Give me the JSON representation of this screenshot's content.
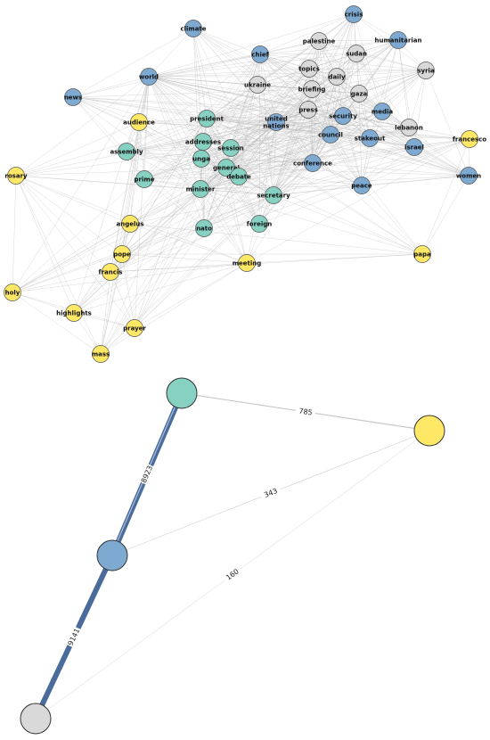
{
  "colors": {
    "blue": "#7ea9d1",
    "teal": "#86d1c1",
    "yellow": "#ffe866",
    "gray": "#d9d9d9",
    "node_stroke": "#555555",
    "edge": "#b8b8b8",
    "strong_edge": "#4a6b9c"
  },
  "network": {
    "nodes": [
      {
        "id": "crisis",
        "label": "crisis",
        "group": "blue"
      },
      {
        "id": "climate",
        "label": "climate",
        "group": "blue"
      },
      {
        "id": "palestine",
        "label": "palestine",
        "group": "gray"
      },
      {
        "id": "humanitarian",
        "label": "humanitarian",
        "group": "blue"
      },
      {
        "id": "chief",
        "label": "chief",
        "group": "blue"
      },
      {
        "id": "sudan",
        "label": "sudan",
        "group": "gray"
      },
      {
        "id": "topics",
        "label": "topics",
        "group": "gray"
      },
      {
        "id": "daily",
        "label": "daily",
        "group": "gray"
      },
      {
        "id": "syria",
        "label": "syria",
        "group": "gray"
      },
      {
        "id": "world",
        "label": "world",
        "group": "blue"
      },
      {
        "id": "ukraine",
        "label": "ukraine",
        "group": "gray"
      },
      {
        "id": "briefing",
        "label": "briefing",
        "group": "gray"
      },
      {
        "id": "gaza",
        "label": "gaza",
        "group": "gray"
      },
      {
        "id": "news",
        "label": "news",
        "group": "blue"
      },
      {
        "id": "press",
        "label": "press",
        "group": "gray"
      },
      {
        "id": "media",
        "label": "media",
        "group": "blue"
      },
      {
        "id": "audience",
        "label": "audience",
        "group": "yellow"
      },
      {
        "id": "president",
        "label": "president",
        "group": "teal"
      },
      {
        "id": "united_nations",
        "label": "united nations",
        "group": "blue"
      },
      {
        "id": "security",
        "label": "security",
        "group": "blue"
      },
      {
        "id": "lebanon",
        "label": "lebanon",
        "group": "gray"
      },
      {
        "id": "council",
        "label": "council",
        "group": "blue"
      },
      {
        "id": "stakeout",
        "label": "stakeout",
        "group": "blue"
      },
      {
        "id": "francesco",
        "label": "francesco",
        "group": "yellow"
      },
      {
        "id": "addresses",
        "label": "addresses",
        "group": "teal"
      },
      {
        "id": "assembly",
        "label": "assembly",
        "group": "teal"
      },
      {
        "id": "session",
        "label": "session",
        "group": "teal"
      },
      {
        "id": "unga",
        "label": "unga",
        "group": "teal"
      },
      {
        "id": "israel",
        "label": "israel",
        "group": "blue"
      },
      {
        "id": "general",
        "label": "general",
        "group": "teal"
      },
      {
        "id": "conference",
        "label": "conference",
        "group": "blue"
      },
      {
        "id": "rosary",
        "label": "rosary",
        "group": "yellow"
      },
      {
        "id": "prime",
        "label": "prime",
        "group": "teal"
      },
      {
        "id": "debate",
        "label": "debate",
        "group": "teal"
      },
      {
        "id": "women",
        "label": "women",
        "group": "blue"
      },
      {
        "id": "peace",
        "label": "peace",
        "group": "blue"
      },
      {
        "id": "minister",
        "label": "minister",
        "group": "teal"
      },
      {
        "id": "secretary",
        "label": "secretary",
        "group": "teal"
      },
      {
        "id": "angelus",
        "label": "angelus",
        "group": "yellow"
      },
      {
        "id": "foreign",
        "label": "foreign",
        "group": "teal"
      },
      {
        "id": "nato",
        "label": "nato",
        "group": "teal"
      },
      {
        "id": "papa",
        "label": "papa",
        "group": "yellow"
      },
      {
        "id": "pope",
        "label": "pope",
        "group": "yellow"
      },
      {
        "id": "meeting",
        "label": "meeting",
        "group": "yellow"
      },
      {
        "id": "francis",
        "label": "francis",
        "group": "yellow"
      },
      {
        "id": "holy",
        "label": "holy",
        "group": "yellow"
      },
      {
        "id": "highlights",
        "label": "highlights",
        "group": "yellow"
      },
      {
        "id": "prayer",
        "label": "prayer",
        "group": "yellow"
      },
      {
        "id": "mass",
        "label": "mass",
        "group": "yellow"
      }
    ]
  },
  "community_graph": {
    "nodes": [
      {
        "id": "teal",
        "group": "teal"
      },
      {
        "id": "yellow",
        "group": "yellow"
      },
      {
        "id": "blue",
        "group": "blue"
      },
      {
        "id": "gray",
        "group": "gray"
      }
    ],
    "edges": [
      {
        "source": "teal",
        "target": "blue",
        "weight": 8923
      },
      {
        "source": "blue",
        "target": "gray",
        "weight": 9141
      },
      {
        "source": "teal",
        "target": "yellow",
        "weight": 785
      },
      {
        "source": "blue",
        "target": "yellow",
        "weight": 343
      },
      {
        "source": "gray",
        "target": "yellow",
        "weight": 160
      }
    ]
  }
}
